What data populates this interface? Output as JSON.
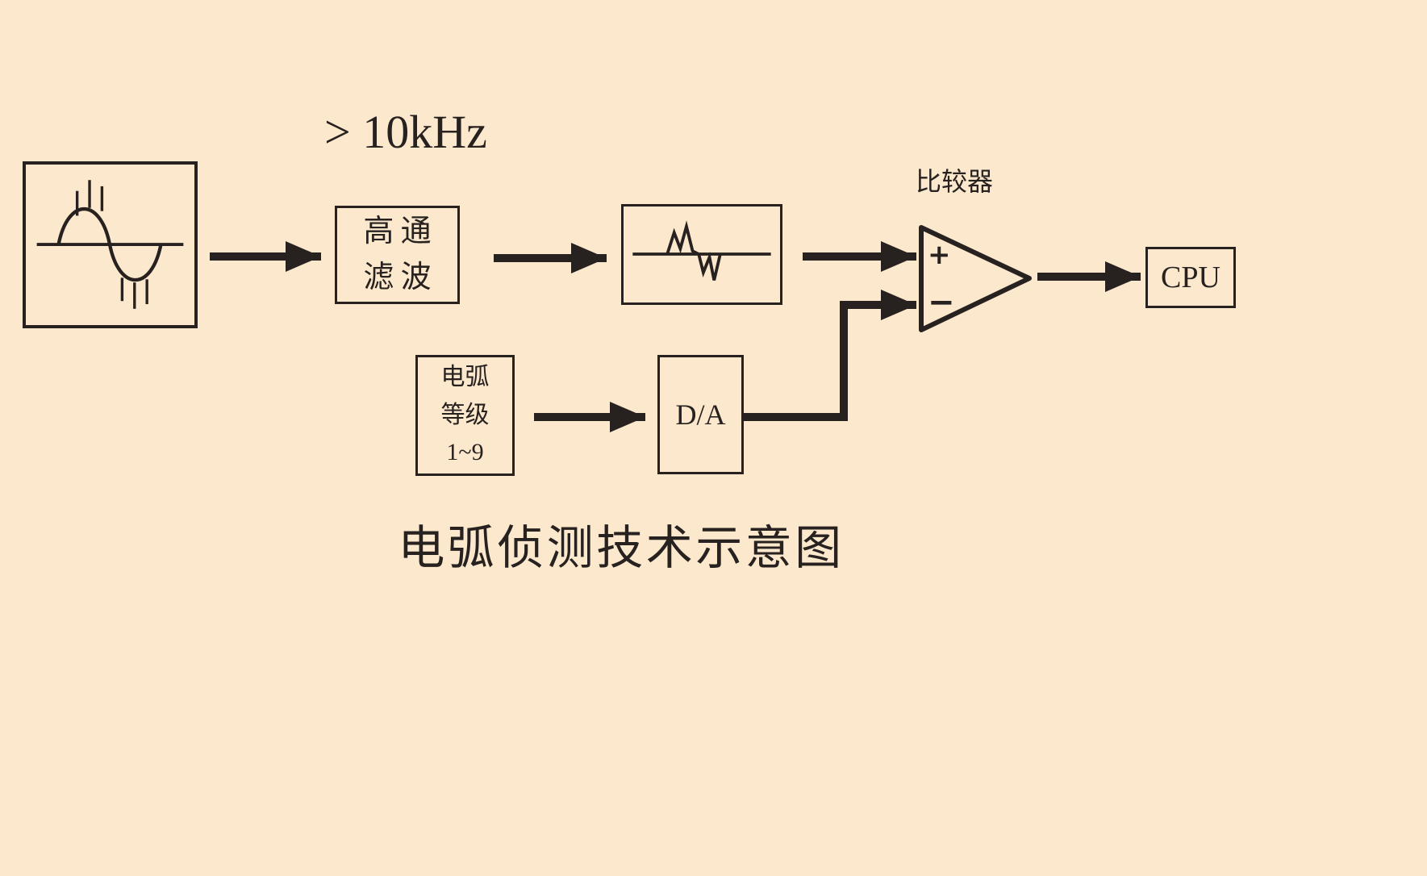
{
  "colors": {
    "background": "#fce8cd",
    "ink": "#272220"
  },
  "title": "电弧侦测技术示意图",
  "freq_label": "> 10kHz",
  "comparator": {
    "label": "比较器",
    "plus": "+",
    "minus": "−"
  },
  "blocks": {
    "highpass": {
      "line1": "高通",
      "line2": "滤波"
    },
    "arc_level": {
      "line1": "电弧",
      "line2": "等级",
      "line3": "1~9"
    },
    "da": {
      "label": "D/A"
    },
    "cpu": {
      "label": "CPU"
    }
  },
  "icons": {
    "source": "arc-noise-waveform-icon",
    "filtered": "filtered-spikes-waveform-icon",
    "comparator": "comparator-triangle-icon",
    "arrows": "flow-arrow-icon"
  }
}
